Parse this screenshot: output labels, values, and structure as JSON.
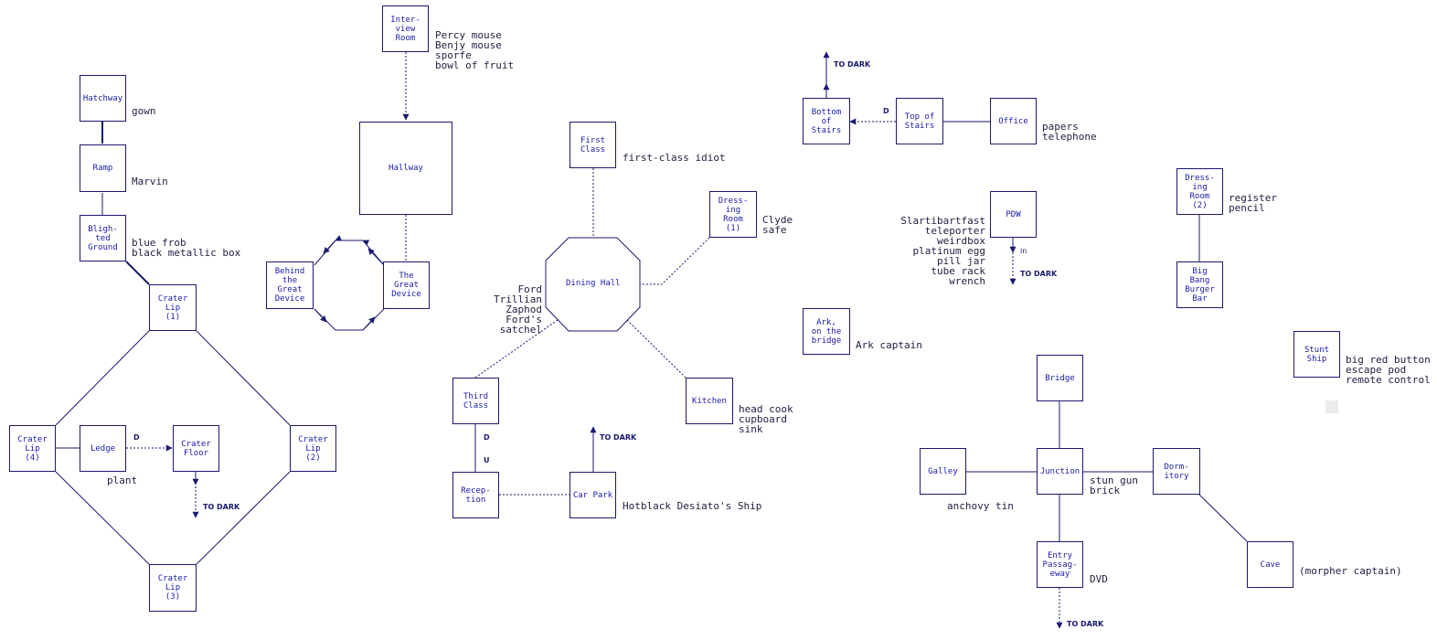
{
  "map_title": "",
  "rooms": {
    "interview_room": "Inter-\nview\nRoom",
    "hallway": "Hallway",
    "behind_great_device": "Behind\nthe\nGreat\nDevice",
    "great_device": "The\nGreat\nDevice",
    "hatchway": "Hatchway",
    "ramp": "Ramp",
    "blighted_ground": "Bligh-\nted\nGround",
    "crater_lip_1": "Crater\nLip\n(1)",
    "crater_lip_2": "Crater\nLip\n(2)",
    "crater_lip_3": "Crater\nLip\n(3)",
    "crater_lip_4": "Crater\nLip\n(4)",
    "ledge": "Ledge",
    "crater_floor": "Crater\nFloor",
    "first_class": "First\nClass",
    "dressing_room_1": "Dress-\ning\nRoom\n(1)",
    "dining_hall": "Dining Hall",
    "third_class": "Third\nClass",
    "kitchen": "Kitchen",
    "reception": "Recep-\ntion",
    "car_park": "Car Park",
    "bottom_of_stairs": "Bottom\nof\nStairs",
    "top_of_stairs": "Top of\nStairs",
    "office": "Office",
    "pdw": "PDW",
    "ark_bridge": "Ark,\non the\nbridge",
    "dressing_room_2": "Dress-\ning\nRoom\n(2)",
    "big_bang_burger_bar": "Big\nBang\nBurger\nBar",
    "stunt_ship": "Stunt\nShip",
    "bridge": "Bridge",
    "galley": "Galley",
    "junction": "Junction",
    "dormitory": "Dorm-\nitory",
    "entry_passageway": "Entry\nPassag-\neway",
    "cave": "Cave"
  },
  "items": {
    "interview_room": "Percy mouse\nBenjy mouse\nsporfe\nbowl of fruit",
    "hatchway": "gown",
    "ramp": "Marvin",
    "blighted_ground": "blue frob\nblack metallic box",
    "ledge": "plant",
    "first_class": "first-class idiot",
    "dressing_room_1": "Clyde\nsafe",
    "dining_hall": "Ford\nTrillian\nZaphod\nFord's satchel",
    "kitchen": "head cook\ncupboard\nsink",
    "car_park": "Hotblack Desiato's Ship",
    "office": "papers\ntelephone",
    "pdw": "Slartibartfast\nteleporter\nweirdbox\nplatinum egg\npill jar\ntube rack\nwrench",
    "ark_bridge": "Ark captain",
    "dressing_room_2": "register\npencil",
    "stunt_ship": "big red button\nescape pod\nremote control",
    "galley": "anchovy tin",
    "junction": "stun gun\nbrick",
    "entry_passageway": "DVD",
    "cave": "(morpher captain)"
  },
  "tags": {
    "to_dark": "TO DARK",
    "down": "D",
    "up": "U",
    "in": "in"
  },
  "colors": {
    "line": "#1a1a6e",
    "room_text": "#1a1aa8",
    "item_text": "#222244"
  }
}
